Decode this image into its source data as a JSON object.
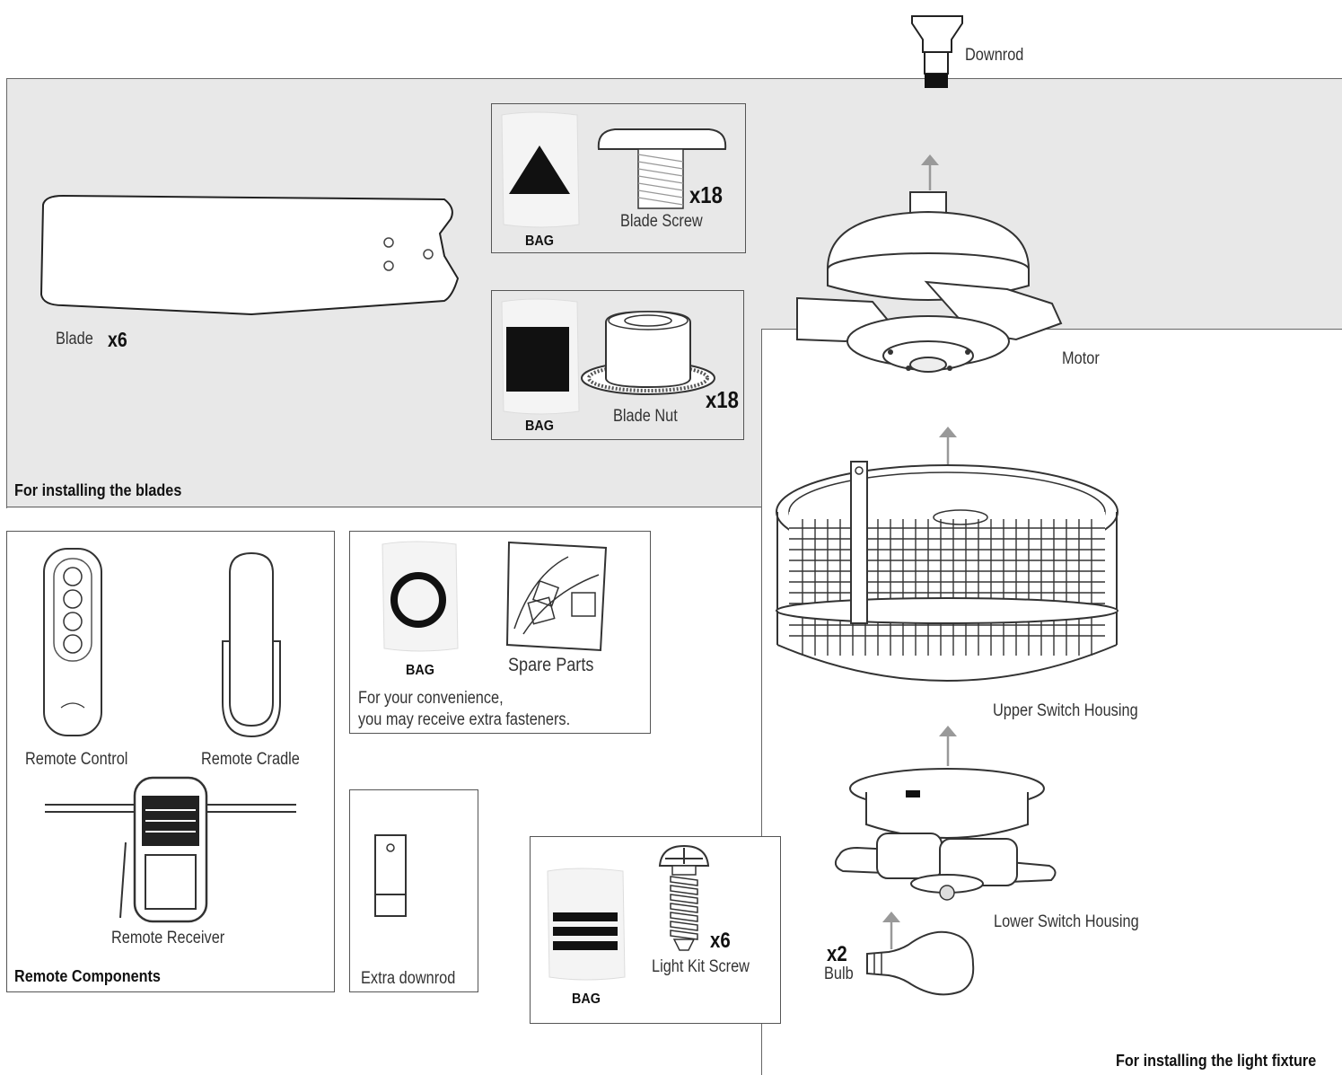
{
  "parts": {
    "downrod": "Downrod",
    "blade": "Blade",
    "blade_qty": "x6",
    "blade_screw": "Blade Screw",
    "blade_screw_qty": "x18",
    "blade_nut": "Blade Nut",
    "blade_nut_qty": "x18",
    "motor": "Motor",
    "upper_switch_housing": "Upper Switch Housing",
    "lower_switch_housing": "Lower Switch Housing",
    "bulb": "Bulb",
    "bulb_qty": "x2",
    "light_kit_screw": "Light Kit Screw",
    "light_kit_screw_qty": "x6",
    "remote_control": "Remote Control",
    "remote_cradle": "Remote Cradle",
    "remote_receiver": "Remote Receiver",
    "spare_parts": "Spare Parts",
    "extra_downrod": "Extra downrod",
    "bag": "BAG"
  },
  "notes": {
    "convenience_line1": "For your convenience,",
    "convenience_line2": "you may receive extra fasteners."
  },
  "sections": {
    "blades": "For installing the blades",
    "remote": "Remote Components",
    "light_fixture": "For installing the light fixture"
  },
  "colors": {
    "panel_gray": "#e8e8e8",
    "line": "#555555",
    "arrow": "#999999"
  }
}
